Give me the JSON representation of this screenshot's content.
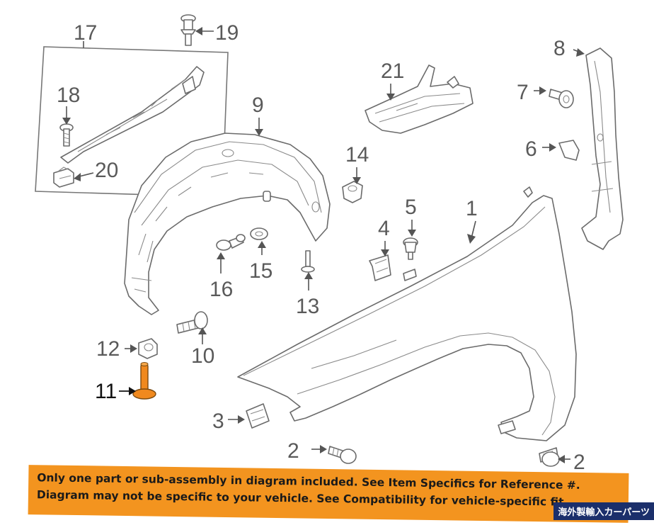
{
  "diagram": {
    "callouts": [
      {
        "id": "c1",
        "label": "1"
      },
      {
        "id": "c2a",
        "label": "2"
      },
      {
        "id": "c2b",
        "label": "2"
      },
      {
        "id": "c3",
        "label": "3"
      },
      {
        "id": "c4",
        "label": "4"
      },
      {
        "id": "c5",
        "label": "5"
      },
      {
        "id": "c6",
        "label": "6"
      },
      {
        "id": "c7",
        "label": "7"
      },
      {
        "id": "c8",
        "label": "8"
      },
      {
        "id": "c9",
        "label": "9"
      },
      {
        "id": "c10",
        "label": "10"
      },
      {
        "id": "c11",
        "label": "11"
      },
      {
        "id": "c12",
        "label": "12"
      },
      {
        "id": "c13",
        "label": "13"
      },
      {
        "id": "c14",
        "label": "14"
      },
      {
        "id": "c15",
        "label": "15"
      },
      {
        "id": "c16",
        "label": "16"
      },
      {
        "id": "c17",
        "label": "17"
      },
      {
        "id": "c18",
        "label": "18"
      },
      {
        "id": "c19",
        "label": "19"
      },
      {
        "id": "c20",
        "label": "20"
      },
      {
        "id": "c21",
        "label": "21"
      }
    ],
    "highlight_color": "#f0891e"
  },
  "notice": {
    "line1": "Only one part or sub-assembly in diagram included. See Item Specifics for Reference #.",
    "line2": "Diagram may not be specific to your vehicle. See Compatibility for vehicle-specific fit.",
    "color": "#f3941f"
  },
  "watermark": {
    "text": "海外製輸入カーパーツ",
    "color": "#1b2f6b"
  }
}
